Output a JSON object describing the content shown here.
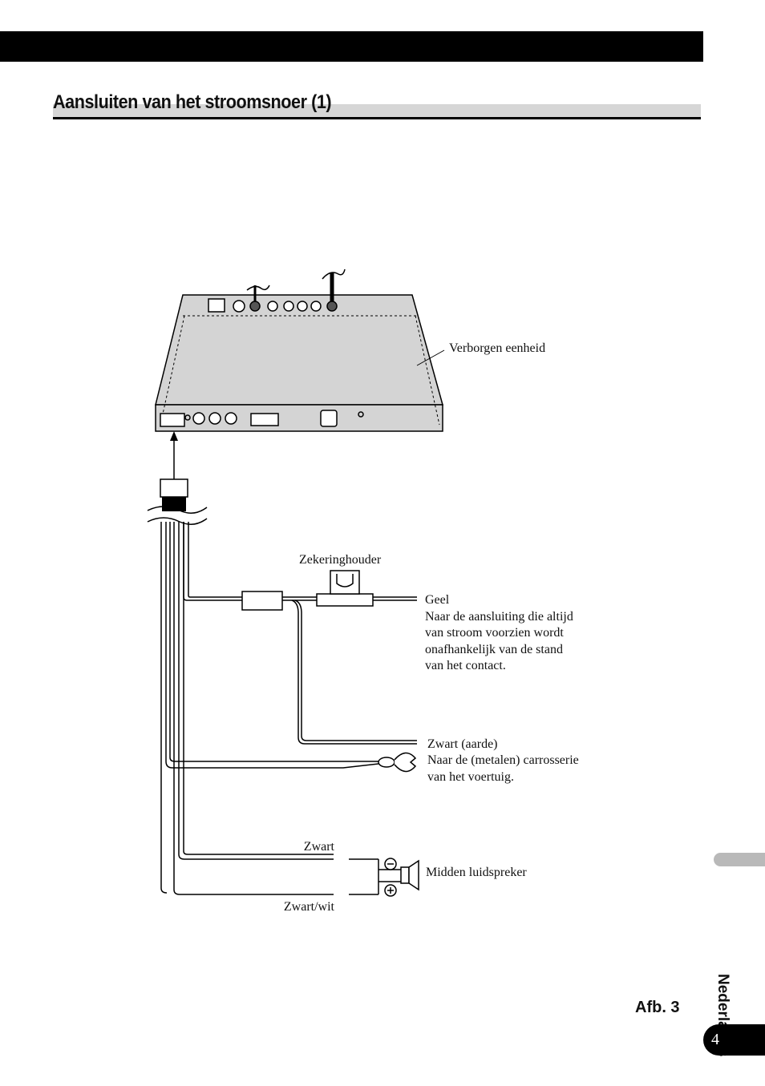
{
  "header": {
    "title": "Aansluiten van het stroomsnoer (1)"
  },
  "diagram": {
    "hidden_unit_label": "Verborgen eenheid",
    "fuse_holder_label": "Zekeringhouder",
    "yellow": {
      "name": "Geel",
      "line1": "Naar de aansluiting die altijd",
      "line2": "van stroom voorzien wordt",
      "line3": "onafhankelijk van de stand",
      "line4": "van het contact."
    },
    "ground": {
      "name": "Zwart (aarde)",
      "line1": "Naar de (metalen) carrosserie",
      "line2": "van het voertuig."
    },
    "speaker": {
      "wire_black": "Zwart",
      "wire_black_white": "Zwart/wit",
      "label": "Midden luidspreker"
    }
  },
  "side_tab": {
    "language": "Nederlands"
  },
  "footer": {
    "figure_label": "Afb. 3",
    "page_number": "4"
  }
}
